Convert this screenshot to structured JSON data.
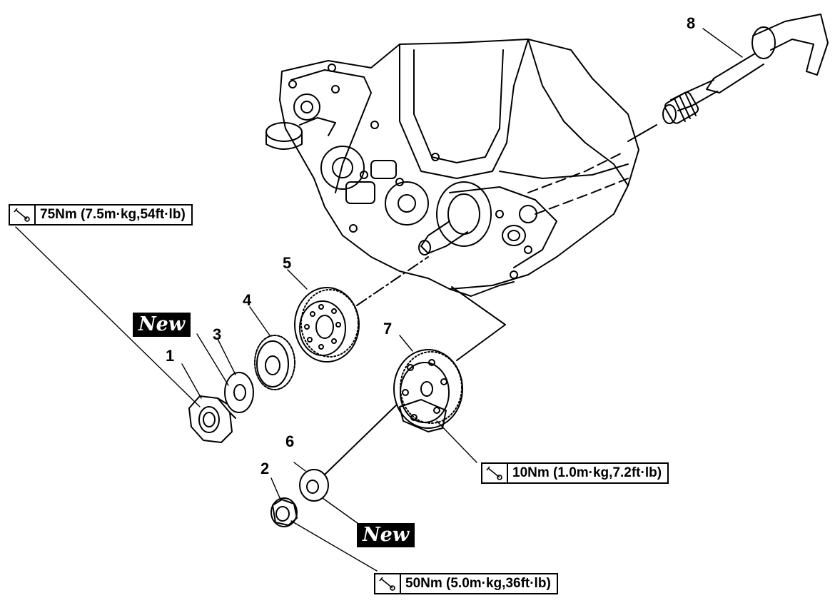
{
  "callouts": [
    {
      "id": "1",
      "label": "1"
    },
    {
      "id": "2",
      "label": "2"
    },
    {
      "id": "3",
      "label": "3"
    },
    {
      "id": "4",
      "label": "4"
    },
    {
      "id": "5",
      "label": "5"
    },
    {
      "id": "6",
      "label": "6"
    },
    {
      "id": "7",
      "label": "7"
    },
    {
      "id": "8",
      "label": "8"
    }
  ],
  "torque_specs": {
    "nut_1": "75Nm (7.5m·kg,54ft·lb)",
    "gear_7": "10Nm (1.0m·kg,7.2ft·lb)",
    "nut_2": "50Nm (5.0m·kg,36ft·lb)"
  },
  "badges": {
    "new_washer_3": "New",
    "new_washer_6": "New"
  },
  "icons": {
    "torque": "torque-wrench-icon"
  }
}
